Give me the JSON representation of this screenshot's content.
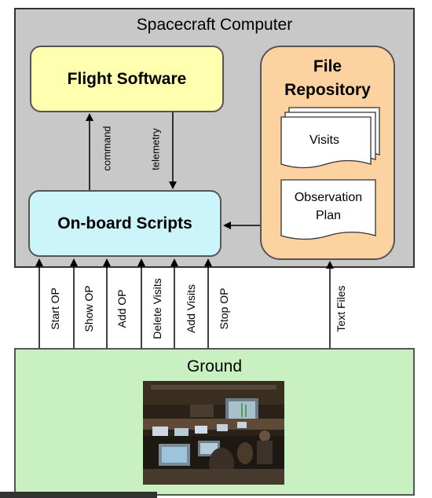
{
  "computer": {
    "title": "Spacecraft Computer"
  },
  "flight_software": {
    "label": "Flight Software"
  },
  "onboard_scripts": {
    "label": "On-board Scripts"
  },
  "repository": {
    "title_line1": "File",
    "title_line2": "Repository",
    "visits": "Visits",
    "plan_line1": "Observation",
    "plan_line2": "Plan"
  },
  "links": {
    "command": "command",
    "telemetry": "telemetry"
  },
  "ground_commands": [
    "Start OP",
    "Show OP",
    "Add OP",
    "Delete Visits",
    "Add Visits",
    "Stop  OP"
  ],
  "text_files": "Text Files",
  "ground": {
    "title": "Ground"
  },
  "colors": {
    "computer_bg": "#c8c8c8",
    "flight_bg": "#ffffb0",
    "scripts_bg": "#ccf5fb",
    "repo_bg": "#fcd2a0",
    "ground_bg": "#c8f0c0"
  }
}
